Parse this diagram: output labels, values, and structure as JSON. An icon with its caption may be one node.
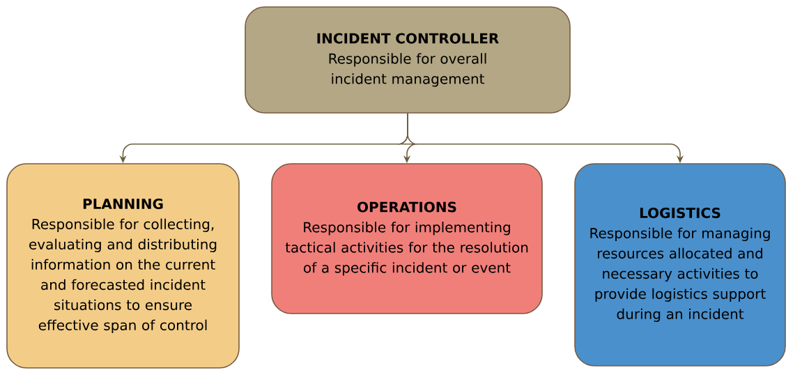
{
  "diagram": {
    "nodes": [
      {
        "text": [
          "INCIDENT CONTROLLER",
          "Responsible for overall incident management"
        ]
      },
      {
        "text": [
          "PLANNING",
          "Responsible for collecting, evaluating and distributing information on the current and forecasted incident situations to ensure effective span of control"
        ]
      },
      {
        "text": [
          "OPERATIONS",
          "Responsible for implementing tactical activities for the resolution of a specific incident or event"
        ]
      },
      {
        "text": [
          "LOGISTICS",
          "Responsible for managing resources allocated and necessary activities to provide logistics support during an incident"
        ]
      }
    ],
    "edges": [
      {
        "from": 0,
        "to": 1,
        "arrow": "to"
      },
      {
        "from": 0,
        "to": 2,
        "arrow": "to"
      },
      {
        "from": 0,
        "to": 3,
        "arrow": "to"
      }
    ]
  }
}
